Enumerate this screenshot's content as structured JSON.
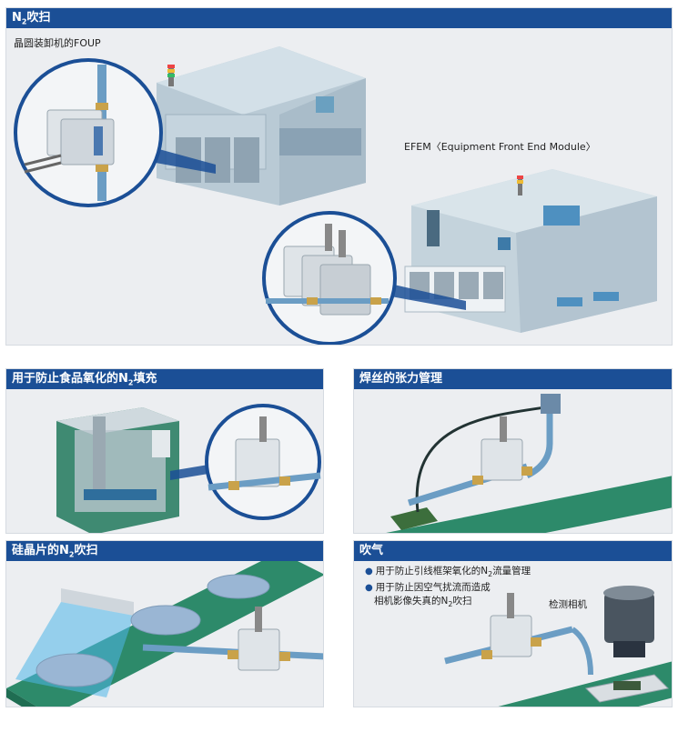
{
  "panels": {
    "top": {
      "title_main": "N",
      "title_sub": "2",
      "title_rest": "吹扫",
      "label_foup": "晶圆装卸机的FOUP",
      "label_efem": "EFEM〈Equipment Front End Module〉"
    },
    "food": {
      "title_a": "用于防止食品氧化的N",
      "title_sub": "2",
      "title_b": "填充"
    },
    "weld": {
      "title": "焊丝的张力管理"
    },
    "wafer": {
      "title_a": "硅晶片的N",
      "title_sub": "2",
      "title_b": "吹扫"
    },
    "blow": {
      "title": "吹气",
      "bullet1_a": "用于防止引线框架氧化的N",
      "bullet1_sub": "2",
      "bullet1_b": "流量管理",
      "bullet2_a": "用于防止因空气扰流而造成",
      "bullet2_b": "相机影像失真的N",
      "bullet2_sub": "2",
      "bullet2_c": "吹扫",
      "camera_label": "检测相机"
    }
  },
  "colors": {
    "header": "#1b4f96",
    "panel_bg": "#eceef1",
    "machine": "#c8d6df",
    "conveyor": "#2d8a6a",
    "sensor": "#dfe4e8",
    "pipe": "#6b9dc4",
    "brass": "#c9a24a"
  }
}
